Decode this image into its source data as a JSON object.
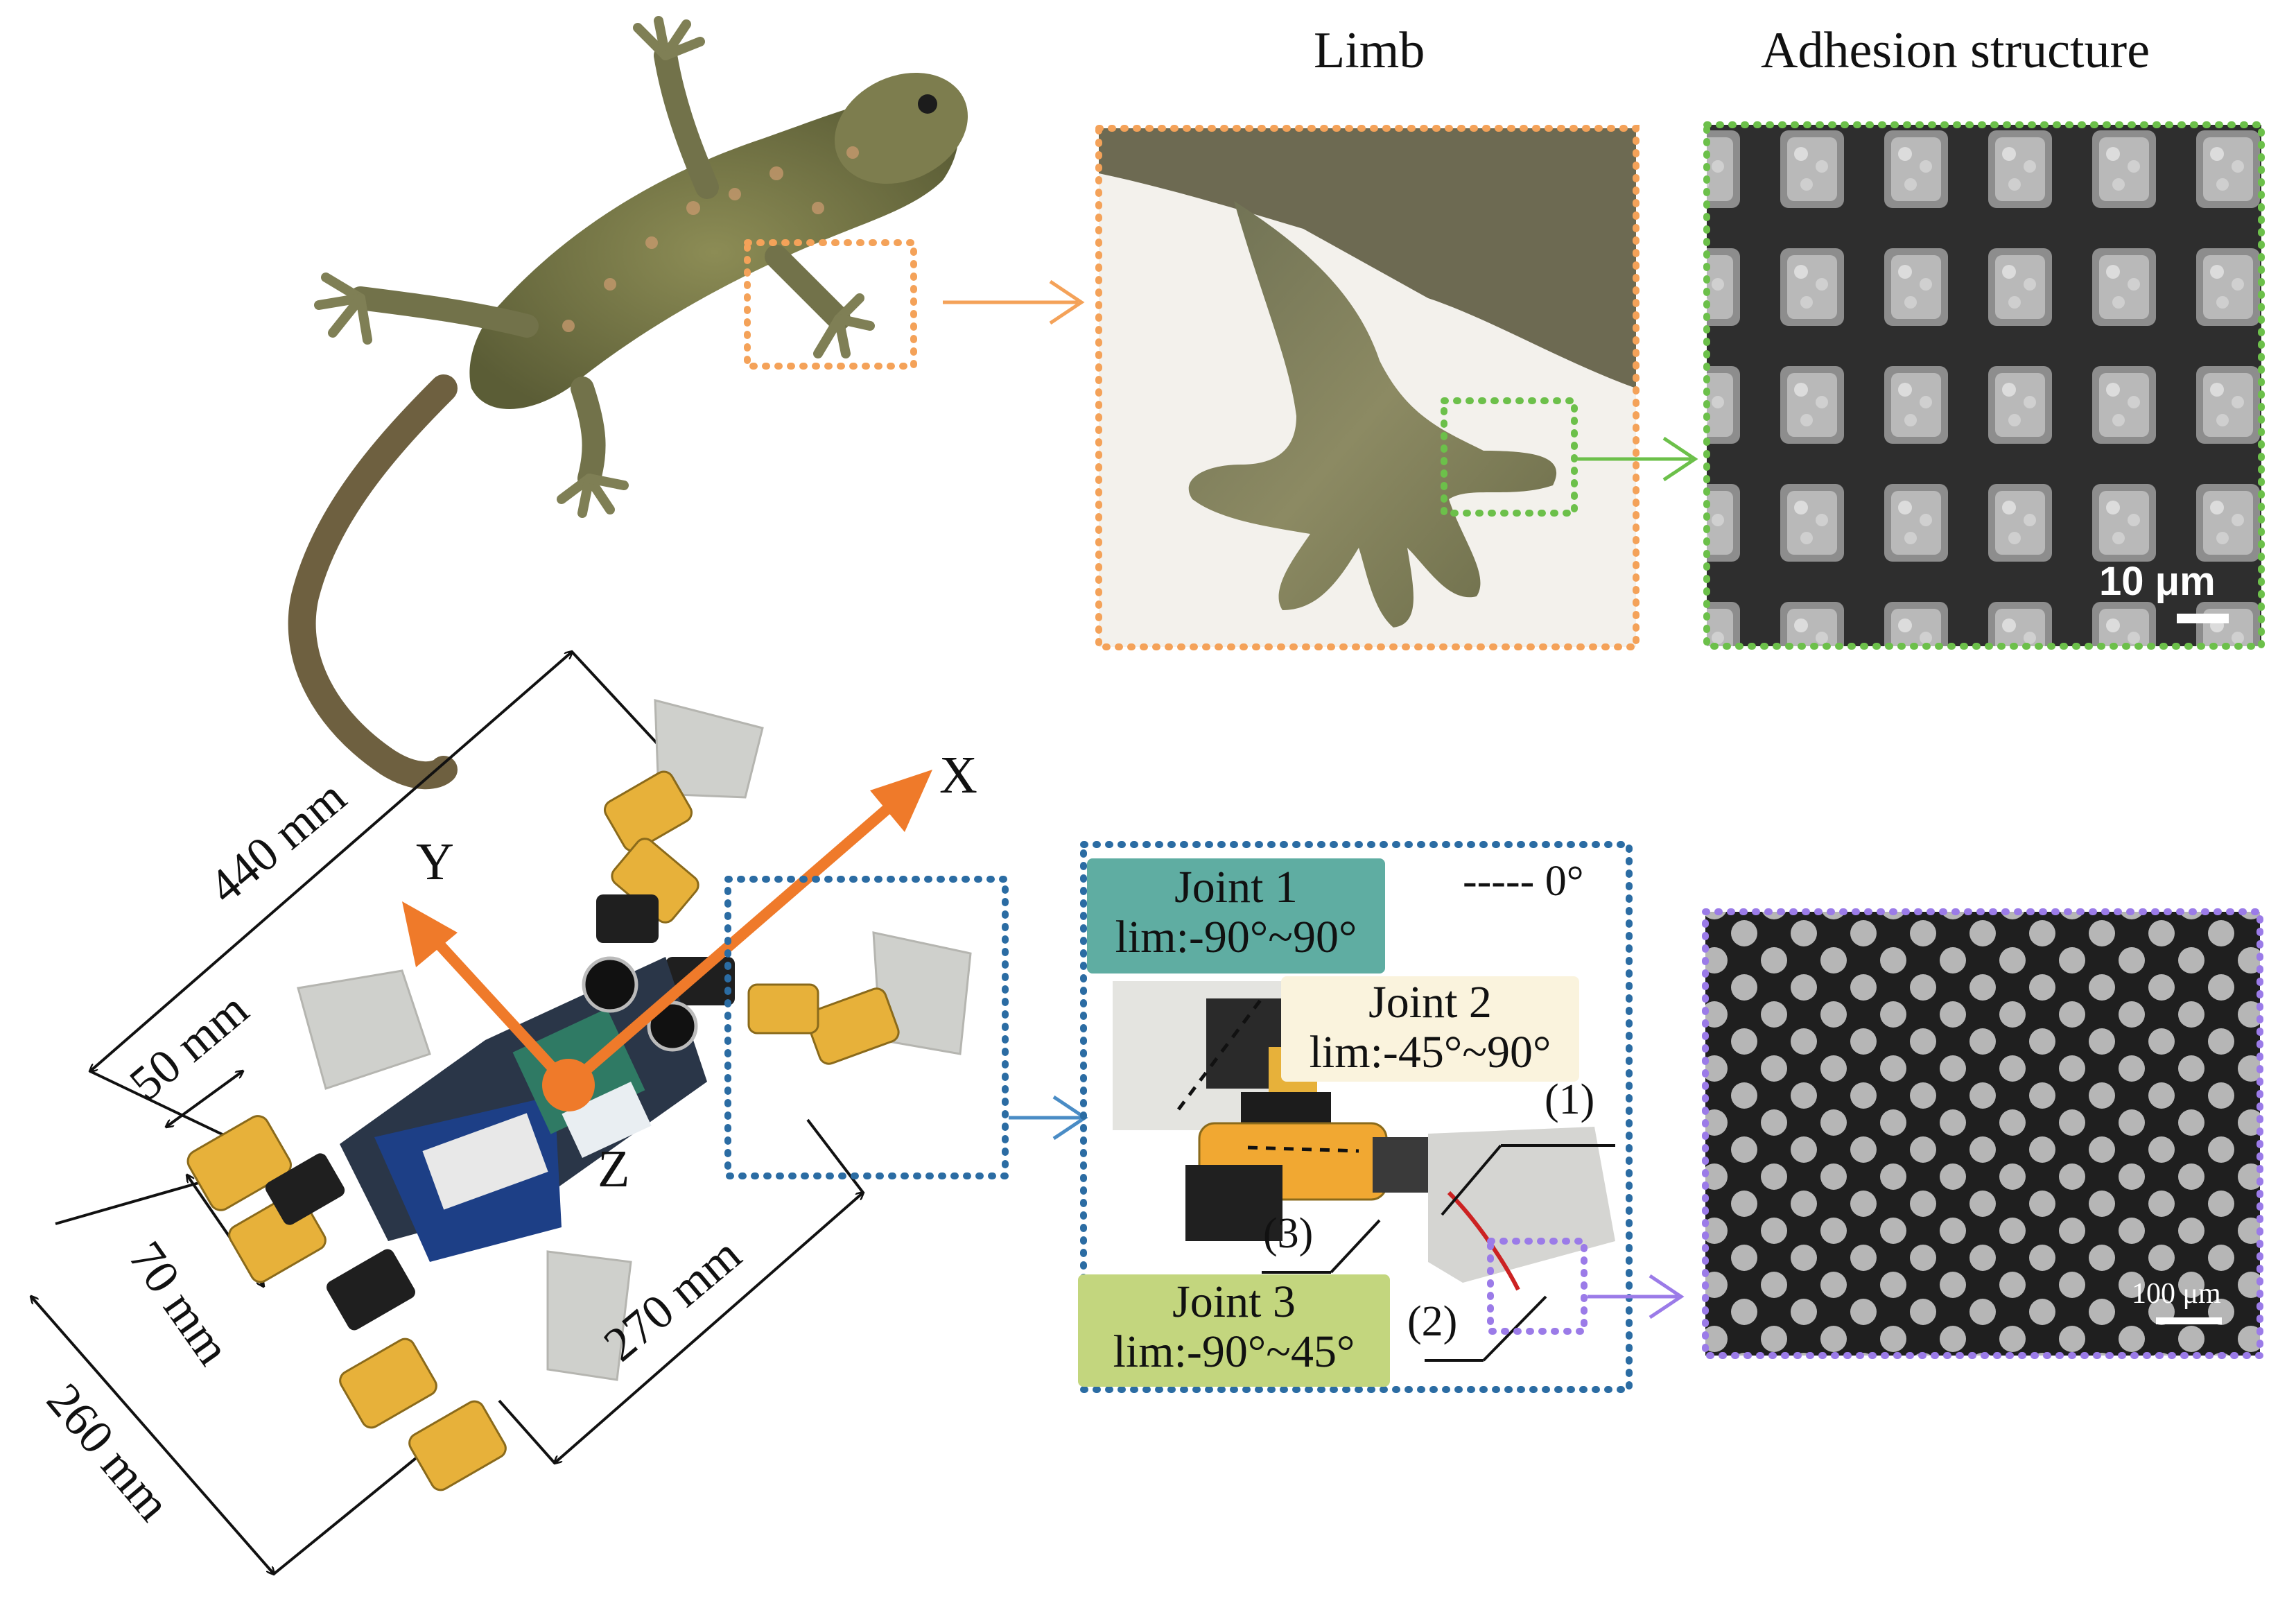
{
  "headers": {
    "limb": "Limb",
    "adhesion": "Adhesion structure"
  },
  "scale_bars": {
    "setae": "10 μm",
    "pillars": "100 μm"
  },
  "robot": {
    "dimensions": {
      "length": "440 mm",
      "foot_width": "50 mm",
      "leg_segment": "70 mm",
      "width": "260 mm",
      "leg_span": "270 mm"
    },
    "axes": {
      "x": "X",
      "y": "Y",
      "z": "Z"
    }
  },
  "leg_detail": {
    "zero_legend": "----- 0°",
    "joints": [
      {
        "title": "Joint 1",
        "limit": "lim:-90°~90°",
        "color": "#5fada2"
      },
      {
        "title": "Joint 2",
        "limit": "lim:-45°~90°",
        "color": "#faf3dd"
      },
      {
        "title": "Joint 3",
        "limit": "lim:-90°~45°",
        "color": "#c3d67e"
      }
    ],
    "parts": [
      "(1)",
      "(2)",
      "(3)"
    ]
  },
  "colors": {
    "gecko_box": "#f4a259",
    "setae_box": "#6cc04a",
    "leg_box": "#2b6ca3",
    "pillar_box": "#9b7be8",
    "axis_arrow": "#ef7a2a"
  }
}
